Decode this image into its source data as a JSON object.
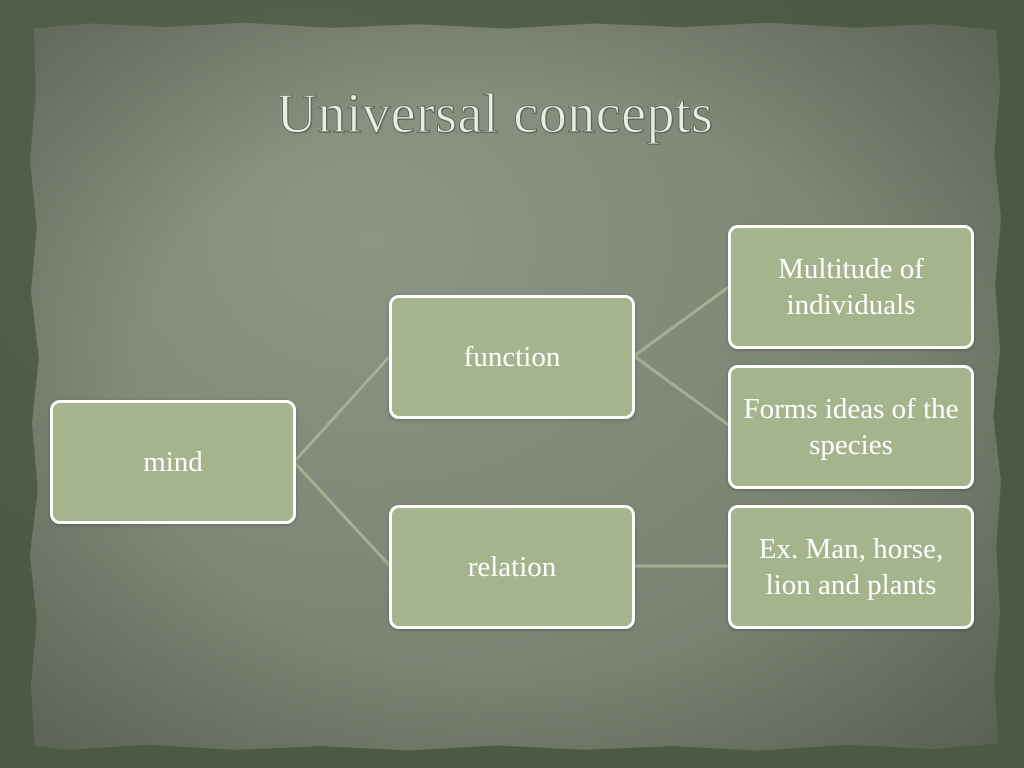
{
  "slide": {
    "title": "Universal concepts"
  },
  "diagram": {
    "root": "mind",
    "branches": [
      {
        "label": "function",
        "children": [
          "Multitude of individuals",
          "Forms ideas of the species"
        ]
      },
      {
        "label": "relation",
        "children": [
          "Ex. Man, horse, lion and plants"
        ]
      }
    ]
  },
  "colors": {
    "node_fill": "#a4b58e",
    "node_border": "#ffffff",
    "connector": "#a9b896",
    "paper": "#7f8877",
    "background": "#4c5a44"
  }
}
